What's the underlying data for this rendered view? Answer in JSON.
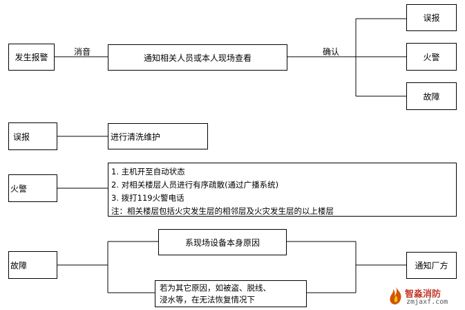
{
  "row1": {
    "start": "发生报警",
    "edge_label": "消音",
    "action": "通知相关人员或本人现场查看",
    "confirm_label": "确认",
    "outcomes": [
      "误报",
      "火警",
      "故障"
    ]
  },
  "row2": {
    "label": "误报",
    "action": "进行清洗维护"
  },
  "row3": {
    "label": "火警",
    "steps": [
      "1. 主机开至自动状态",
      "2. 对相关楼层人员进行有序疏散(通过广播系统)",
      "3. 拨打119火警电话",
      "注：相关楼层包括火灾发生层的相邻层及火灾发生层的以上楼层"
    ]
  },
  "row4": {
    "label": "故障",
    "cause_a": "系现场设备本身原因",
    "cause_b_line1": "若为其它原因，如被盗、脱线、",
    "cause_b_line2": "浸水等，在无法恢复情况下",
    "result": "通知厂方"
  },
  "watermark": {
    "name": "智淼消防",
    "domain": "zmjaxf.com",
    "color": "#c0392b"
  }
}
